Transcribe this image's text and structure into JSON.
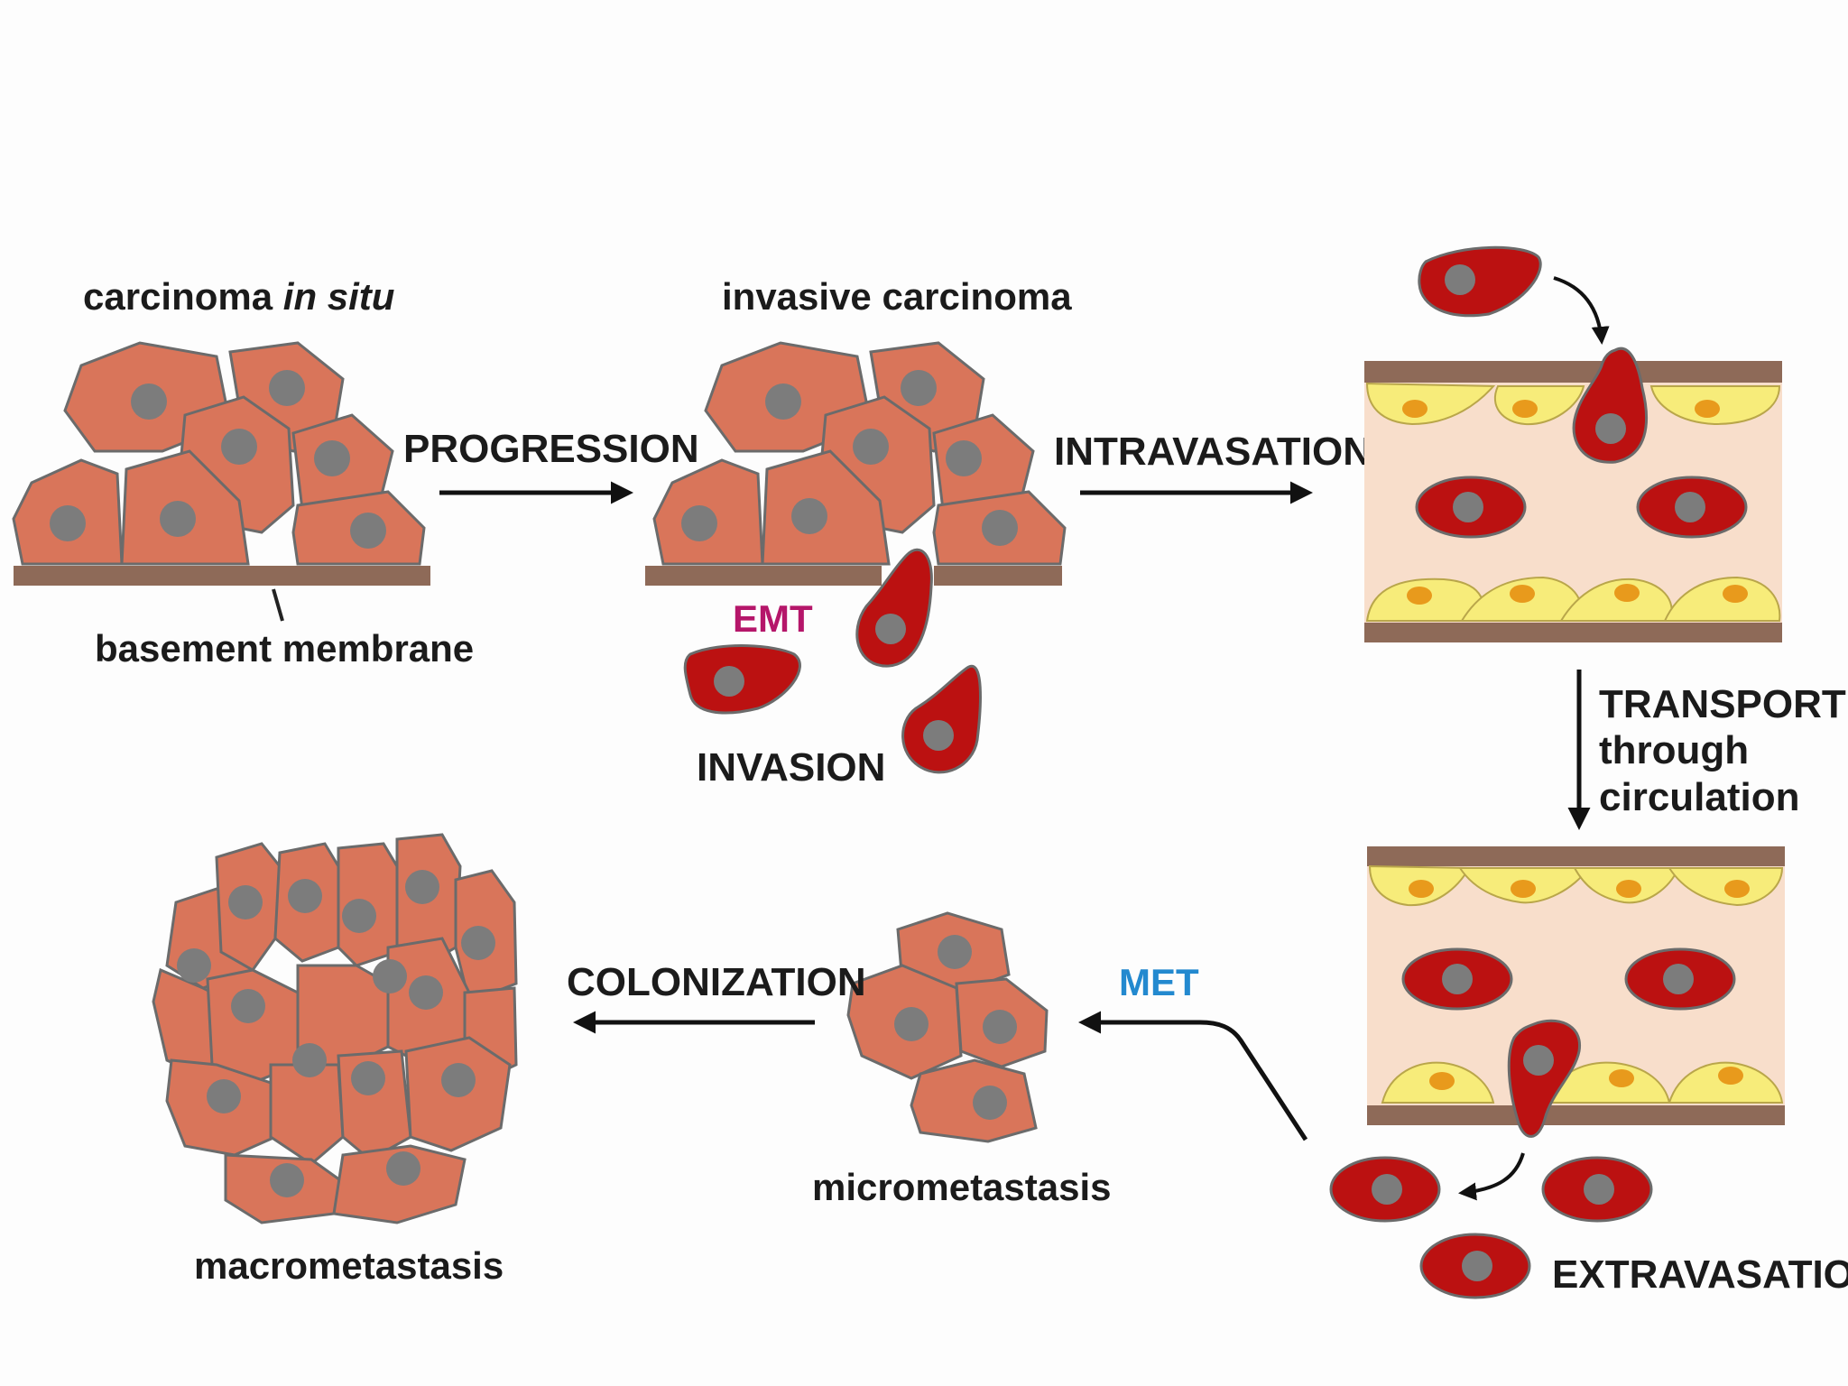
{
  "labels": {
    "carcinoma_in_situ_main": "carcinoma ",
    "carcinoma_in_situ_italic": "in situ",
    "invasive_carcinoma": "invasive carcinoma",
    "basement_membrane": "basement membrane",
    "progression": "PROGRESSION",
    "intravasation": "INTRAVASATION",
    "emt": "EMT",
    "invasion": "INVASION",
    "transport_line1": "TRANSPORT",
    "transport_line2": "through",
    "transport_line3": "circulation",
    "met": "MET",
    "colonization": "COLONIZATION",
    "micrometastasis": "micrometastasis",
    "macrometastasis": "macrometastasis",
    "extravasation": "EXTRAVASATION"
  },
  "colors": {
    "epithelial_cell": "#d9755a",
    "cell_outline": "#6b6b6b",
    "nucleus": "#7c7c7c",
    "mesenchymal_cell": "#bb1111",
    "basement_membrane": "#8e6a58",
    "vessel_lumen": "#f8decb",
    "endothelial_cell": "#f7ec7a",
    "endothelial_nucleus": "#e89a1c",
    "emt_label": "#b5166a",
    "met_label": "#2389cf",
    "arrow": "#111111"
  }
}
